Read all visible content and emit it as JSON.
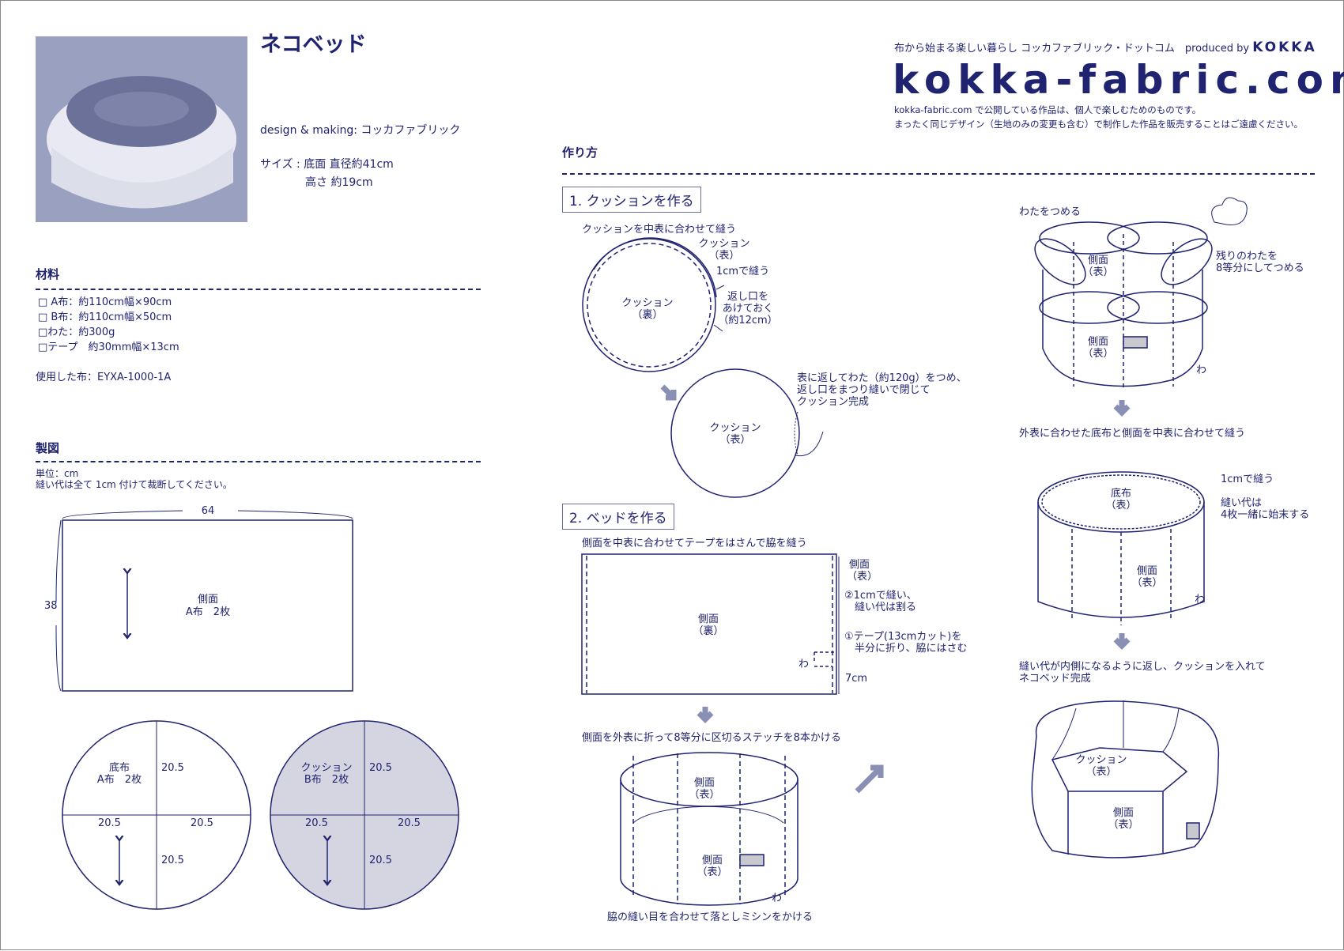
{
  "title": "ネコベッド",
  "design_credit": "design & making: コッカファブリック",
  "size": {
    "line1": "サイズ : 底面 直径約41cm",
    "line2": "高さ 約19cm"
  },
  "header": {
    "tagline": "布から始まる楽しい暮らし コッカファブリック・ドットコム　produced by",
    "brand": "KOKKA",
    "logo": "kokka-fabric.com",
    "notice1": "kokka-fabric.com で公開している作品は、個人で楽しむためのものです。",
    "notice2": "まったく同じデザイン（生地のみの変更も含む）で制作した作品を販売することはご遠慮ください。"
  },
  "materials": {
    "heading": "材料",
    "items": [
      "□ A布：約110cm幅×90cm",
      "□ B布：約110cm幅×50cm",
      "□わた：約300g",
      "□テープ　約30mm幅×13cm"
    ],
    "fabric_used": "使用した布：EYXA-1000-1A"
  },
  "pattern": {
    "heading": "製図",
    "unit": "単位：cm",
    "note": "縫い代は全て 1cm 付けて裁断してください。",
    "rect": {
      "width": "64",
      "height": "38",
      "label1": "側面",
      "label2": "A布　2枚"
    },
    "circle_a": {
      "label1": "底布",
      "label2": "A布　2枚",
      "dims": [
        "20.5",
        "20.5",
        "20.5",
        "20.5"
      ]
    },
    "circle_b": {
      "label1": "クッション",
      "label2": "B布　2枚",
      "dims": [
        "20.5",
        "20.5",
        "20.5",
        "20.5"
      ]
    }
  },
  "howto": {
    "heading": "作り方",
    "step1": {
      "title": "1. クッションを作る",
      "caption": "クッションを中表に合わせて縫う",
      "l_front1": "クッション",
      "l_front2": "（表）",
      "l_sew": "1cmで縫う",
      "l_open1": "返し口を",
      "l_open2": "あけておく",
      "l_open3": "（約12cm）",
      "l_back1": "クッション",
      "l_back2": "（裏）",
      "note1": "表に返してわた（約120g）をつめ、",
      "note2": "返し口をまつり縫いで閉じて",
      "note3": "クッション完成",
      "l_done1": "クッション",
      "l_done2": "（表）"
    },
    "step2": {
      "title": "2. ベッドを作る",
      "caption": "側面を中表に合わせてテープをはさんで脇を縫う",
      "l_front1": "側面",
      "l_front2": "（表）",
      "l_sew1": "②1cmで縫い、",
      "l_sew2": "縫い代は割る",
      "l_tape1": "①テープ(13cmカット)を",
      "l_tape2": "半分に折り、脇にはさむ",
      "l_wa": "わ",
      "l_7cm": "7cm",
      "l_back1": "側面",
      "l_back2": "（裏）",
      "caption2": "側面を外表に折って8等分に区切るステッチを8本かける",
      "cyl_top1": "側面",
      "cyl_top2": "（表）",
      "cyl_bot1": "側面",
      "cyl_bot2": "（表）",
      "cyl_wa": "わ",
      "caption3": "脇の縫い目を合わせて落としミシンをかける"
    },
    "step3": {
      "caption": "わたをつめる",
      "l1": "側面",
      "l2": "（表）",
      "l3": "側面",
      "l4": "（表）",
      "cotton1": "残りのわたを",
      "cotton2": "8等分にしてつめる",
      "wa": "わ",
      "caption2": "外表に合わせた底布と側面を中表に合わせて縫う",
      "base1": "底布",
      "base2": "（表）",
      "sew": "1cmで縫う",
      "seam1": "縫い代は",
      "seam2": "4枚一緒に始末する",
      "side1": "側面",
      "side2": "（表）",
      "wa2": "わ",
      "caption3": "縫い代が内側になるように返し、クッションを入れて",
      "caption4": "ネコベッド完成",
      "f1": "クッション",
      "f2": "（表）",
      "f3": "側面",
      "f4": "（表）"
    }
  },
  "colors": {
    "ink": "#1f2370",
    "arrow": "#8a8fb5",
    "fill": "#d4d5e0"
  }
}
